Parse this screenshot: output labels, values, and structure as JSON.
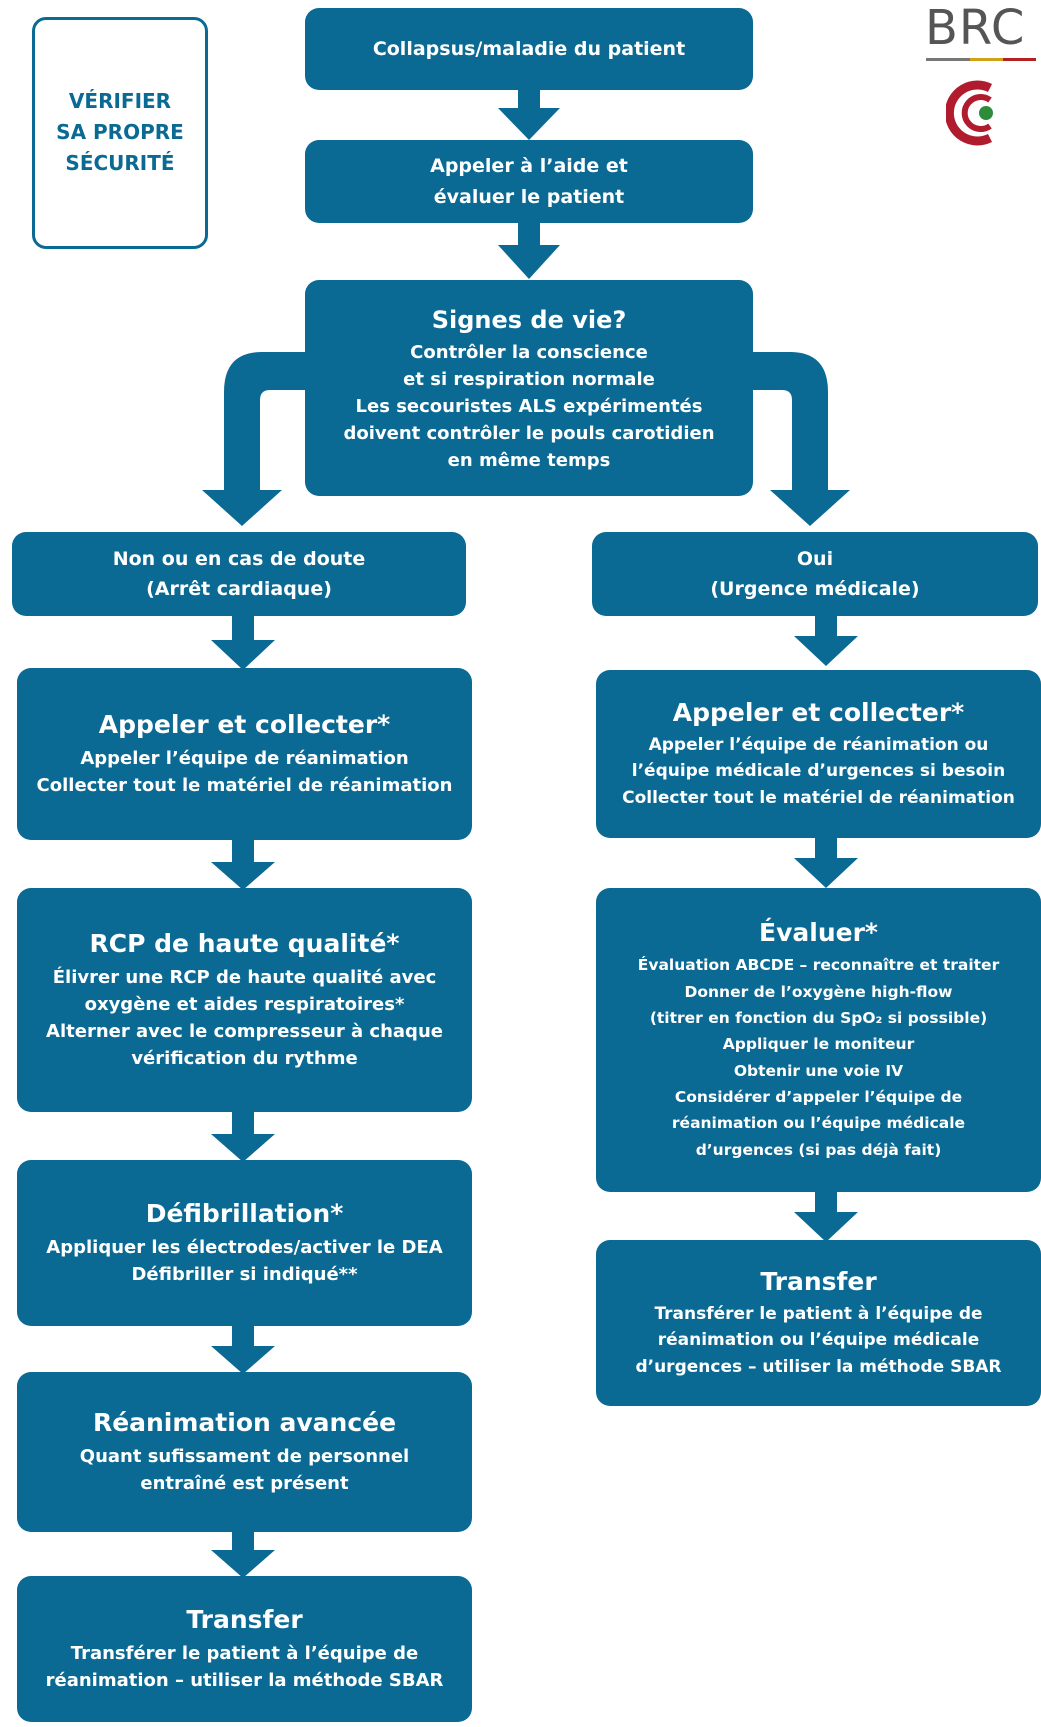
{
  "safety": {
    "lines": [
      "VÉRIFIER",
      "SA PROPRE",
      "SÉCURITÉ"
    ]
  },
  "logo": {
    "text": "BRC"
  },
  "top": {
    "collapse": "Collapsus/maladie du patient",
    "call_help": [
      "Appeler à l’aide et",
      "évaluer le patient"
    ],
    "signs_title": "Signes de vie?",
    "signs_lines": [
      "Contrôler la conscience",
      "et si respiration normale",
      "Les secouristes ALS expérimentés",
      "doivent contrôler le pouls carotidien",
      "en même temps"
    ]
  },
  "left": {
    "branch": [
      "Non ou en cas de doute",
      "(Arrêt cardiaque)"
    ],
    "call": {
      "title": "Appeler et collecter*",
      "lines": [
        "Appeler l’équipe de réanimation",
        "Collecter tout le matériel de réanimation"
      ]
    },
    "rcp": {
      "title": "RCP de haute qualité*",
      "lines": [
        "Élivrer une RCP de haute qualité avec",
        "oxygène et aides respiratoires*",
        "Alterner avec le compresseur à chaque",
        "vérification du rythme"
      ]
    },
    "defib": {
      "title": "Défibrillation*",
      "lines": [
        "Appliquer les électrodes/activer le DEA",
        "Défibriller si indiqué**"
      ]
    },
    "advanced": {
      "title": "Réanimation avancée",
      "lines": [
        "Quant sufissament de personnel",
        "entraîné est présent"
      ]
    },
    "transfer": {
      "title": "Transfer",
      "lines": [
        "Transférer le patient à l’équipe de",
        "réanimation – utiliser la méthode SBAR"
      ]
    }
  },
  "right": {
    "branch": [
      "Oui",
      "(Urgence médicale)"
    ],
    "call": {
      "title": "Appeler et collecter*",
      "lines": [
        "Appeler l’équipe de réanimation ou",
        "l’équipe médicale d’urgences si besoin",
        "Collecter tout le matériel de réanimation"
      ]
    },
    "evaluate": {
      "title": "Évaluer*",
      "lines": [
        "Évaluation ABCDE – reconnaître et traiter",
        "Donner de l’oxygène high-flow",
        "(titrer en fonction du SpO₂ si possible)",
        "Appliquer le moniteur",
        "Obtenir une voie IV",
        "Considérer d’appeler l’équipe de",
        "réanimation ou l’équipe médicale",
        "d’urgences (si pas déjà fait)"
      ]
    },
    "transfer": {
      "title": "Transfer",
      "lines": [
        "Transférer le patient à l’équipe de",
        "réanimation ou l’équipe médicale",
        "d’urgences – utiliser la méthode SBAR"
      ]
    }
  },
  "colors": {
    "box": "#0b6a93",
    "text": "#ffffff",
    "safety_border": "#0b6a93"
  }
}
